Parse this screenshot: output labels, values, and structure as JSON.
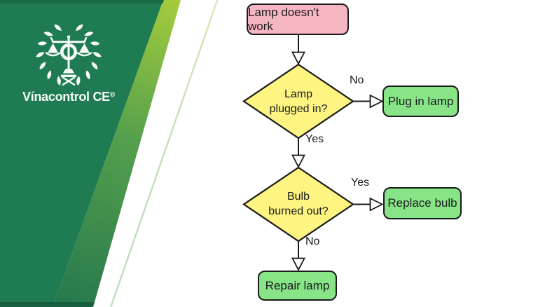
{
  "slide": {
    "background": "#ffffff"
  },
  "brand": {
    "name": "Vínacontrol CE",
    "registered_mark": "®",
    "logo_icon": "scales-of-justice-wreath-icon",
    "colors": {
      "panel_green": "#1f7b52",
      "panel_dark_green": "#175e3e",
      "accent_lime": "#9fc93c"
    }
  },
  "flowchart": {
    "colors": {
      "start_fill": "#f6b6c1",
      "decision_fill": "#fdf481",
      "action_fill": "#87e588",
      "stroke": "#1a1a1a"
    },
    "start": {
      "label": "Lamp doesn't work",
      "fill": "#f6b6c1"
    },
    "decision1": {
      "line1": "Lamp",
      "line2": "plugged in?",
      "fill": "#fdf481"
    },
    "decision2": {
      "line1": "Bulb",
      "line2": "burned out?",
      "fill": "#fdf481"
    },
    "action_plug": {
      "label": "Plug in lamp",
      "fill": "#87e588"
    },
    "action_replace": {
      "label": "Replace bulb",
      "fill": "#87e588"
    },
    "action_repair": {
      "label": "Repair lamp",
      "fill": "#87e588"
    },
    "edges": {
      "no1": "No",
      "yes1": "Yes",
      "yes2": "Yes",
      "no2": "No"
    }
  }
}
